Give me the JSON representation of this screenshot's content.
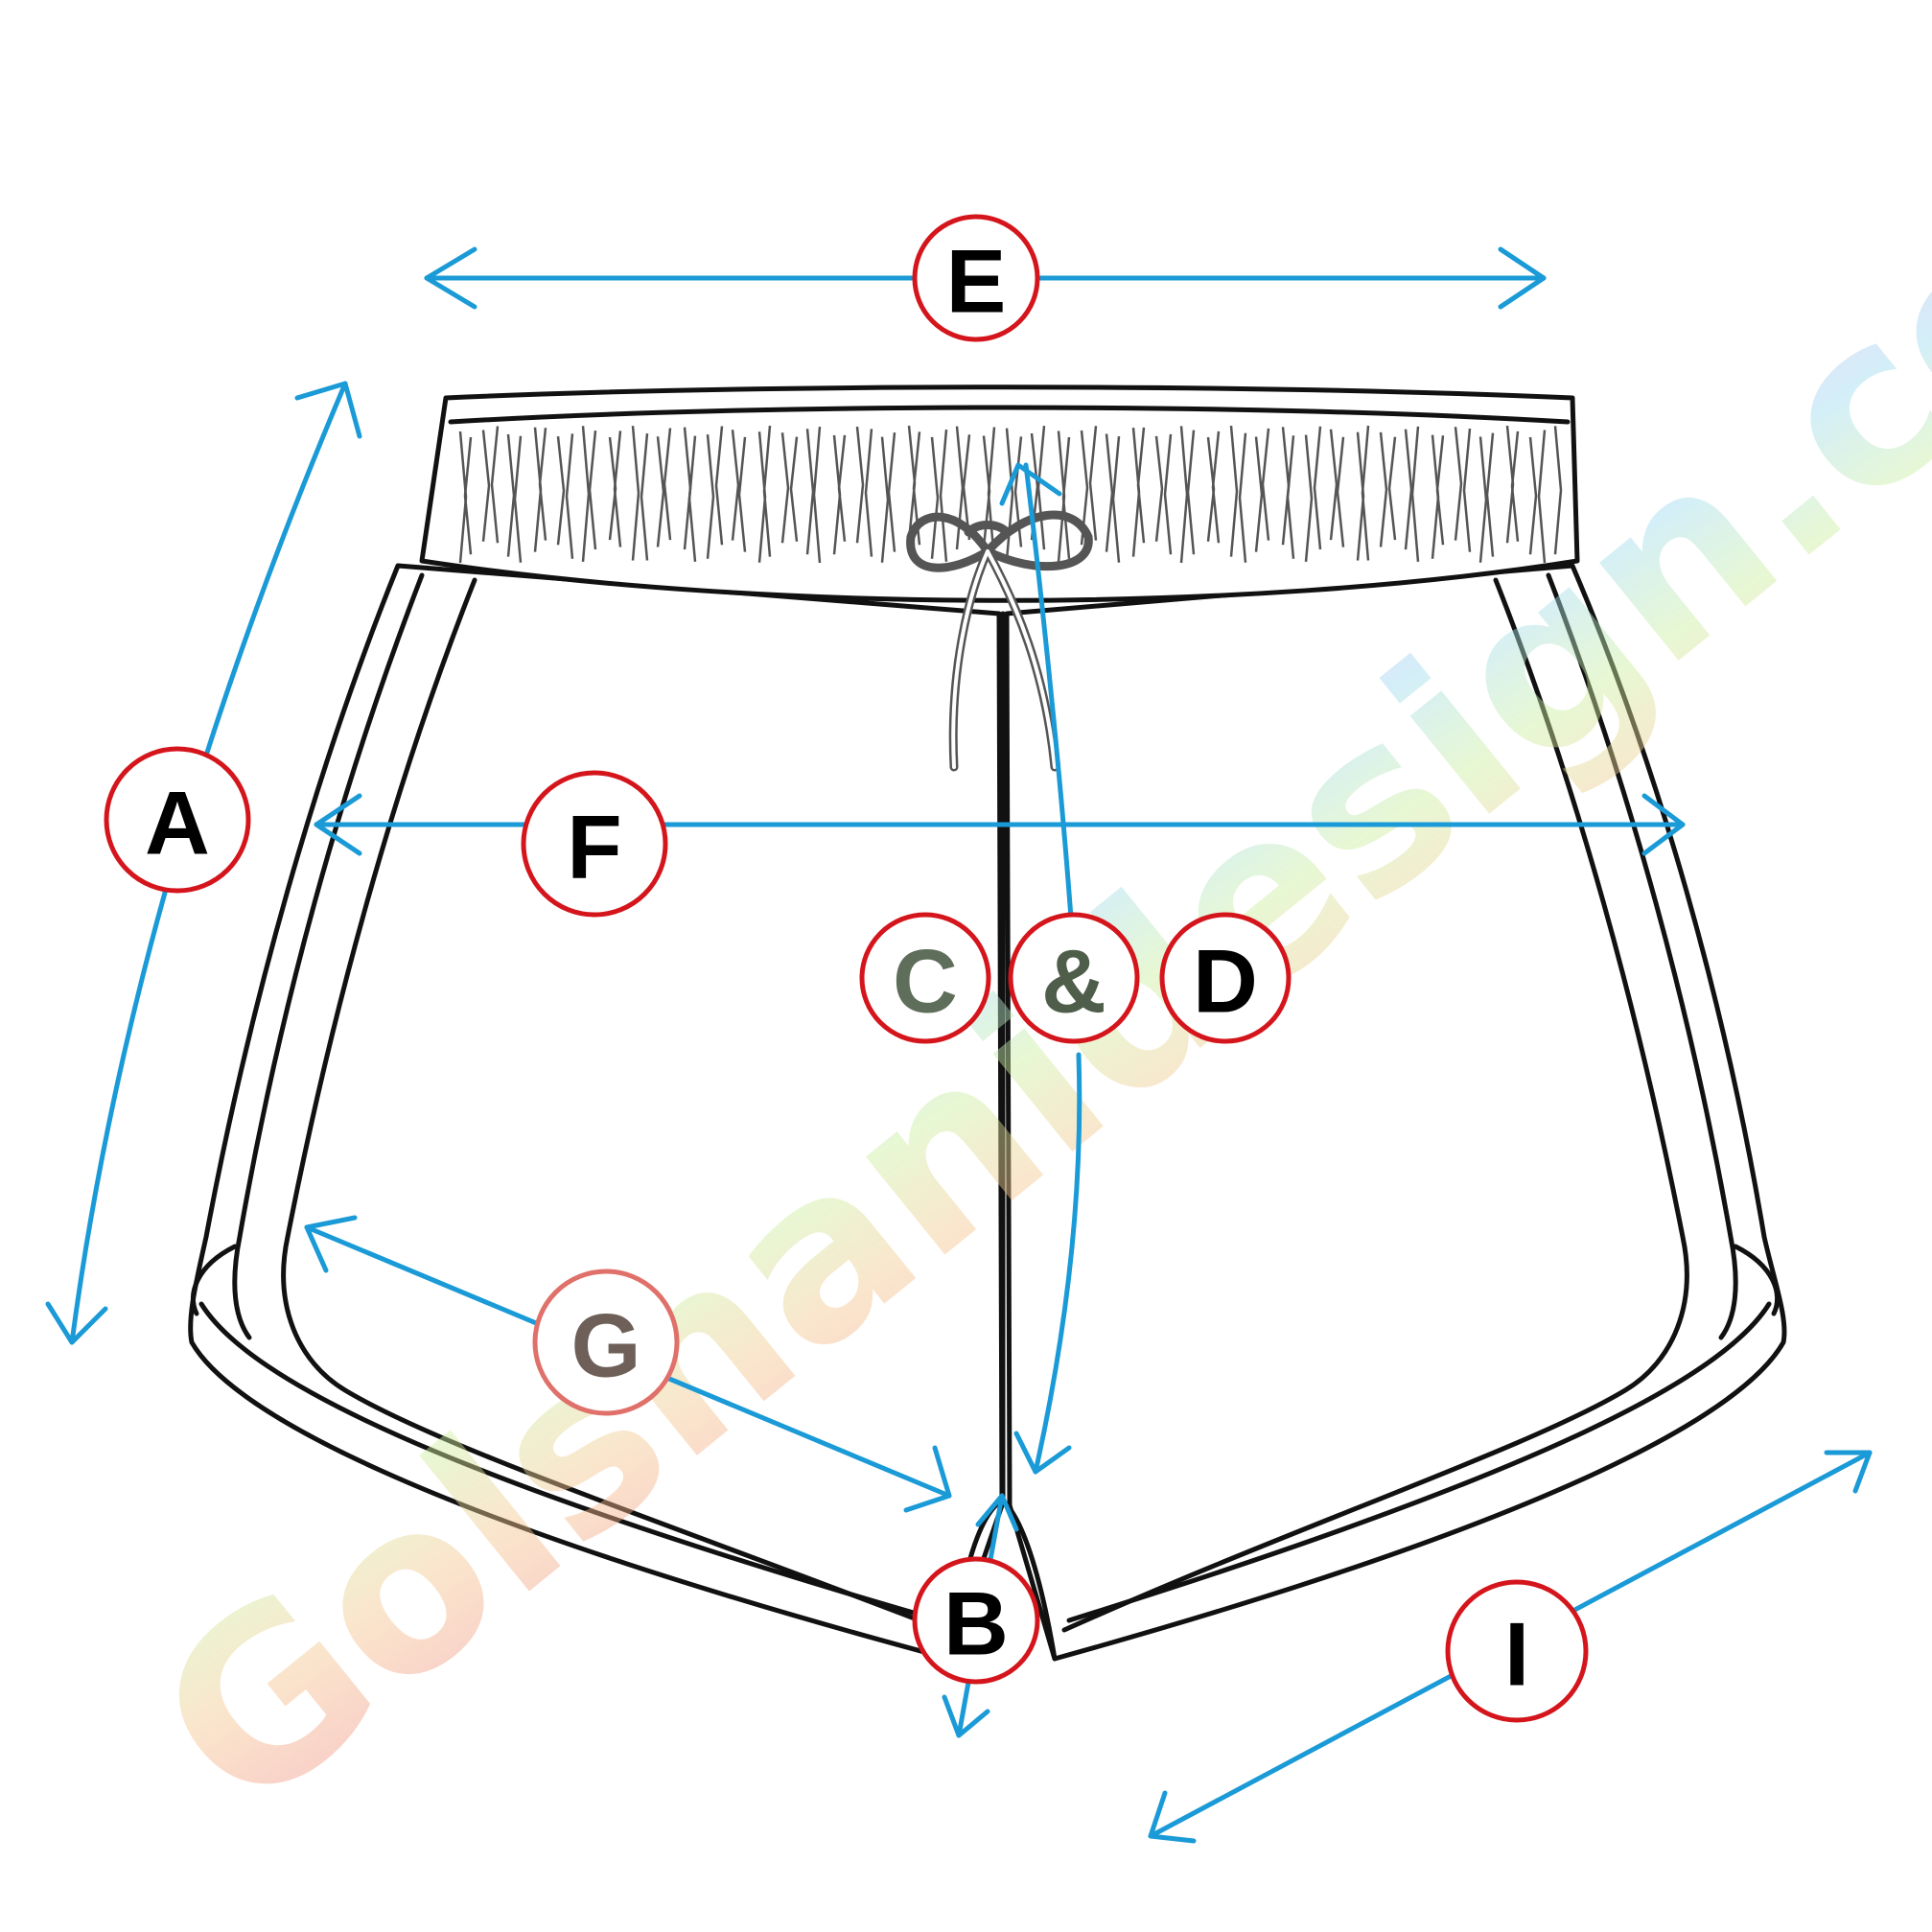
{
  "labels": {
    "A": "A",
    "B": "B",
    "C": "C",
    "amp": "&",
    "D": "D",
    "E": "E",
    "F": "F",
    "G": "G",
    "I": "I"
  },
  "watermark": "Golshanidesign.com",
  "colors": {
    "arrow": "#1a9ad6",
    "badge_ring": "#d4151c",
    "outline": "#111111"
  }
}
